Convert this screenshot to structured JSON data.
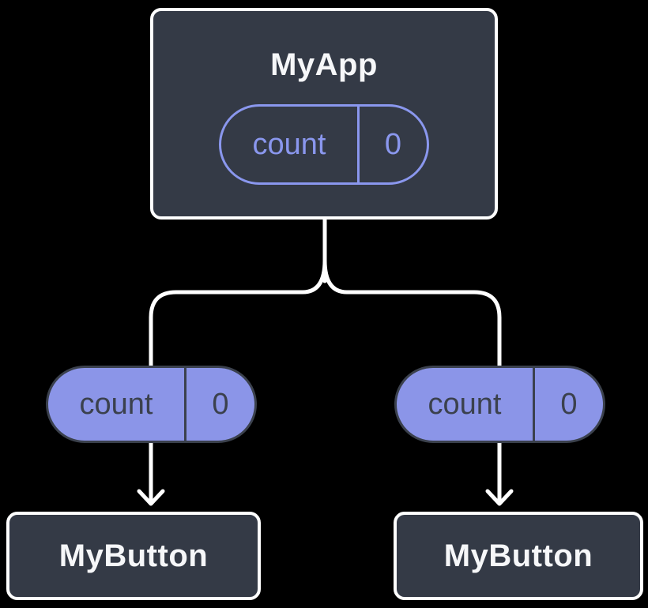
{
  "diagram": {
    "description": "React component tree diagram showing state lifted to a parent and passed down as props",
    "background_color": "#000000",
    "colors": {
      "node_fill": "#343a46",
      "node_border": "#ffffff",
      "node_text": "#f6f7f9",
      "state_pill_outline": "#8a97ee",
      "state_pill_text": "#8a97ee",
      "prop_pill_fill": "#8b95e8",
      "prop_pill_border": "#3b414d",
      "prop_pill_text": "#3b414d",
      "connector_color": "#ffffff"
    },
    "root_node": {
      "title": "MyApp",
      "state_pill": {
        "label": "count",
        "value": "0"
      }
    },
    "left_prop_pill": {
      "label": "count",
      "value": "0"
    },
    "right_prop_pill": {
      "label": "count",
      "value": "0"
    },
    "left_child_node": {
      "title": "MyButton"
    },
    "right_child_node": {
      "title": "MyButton"
    }
  }
}
